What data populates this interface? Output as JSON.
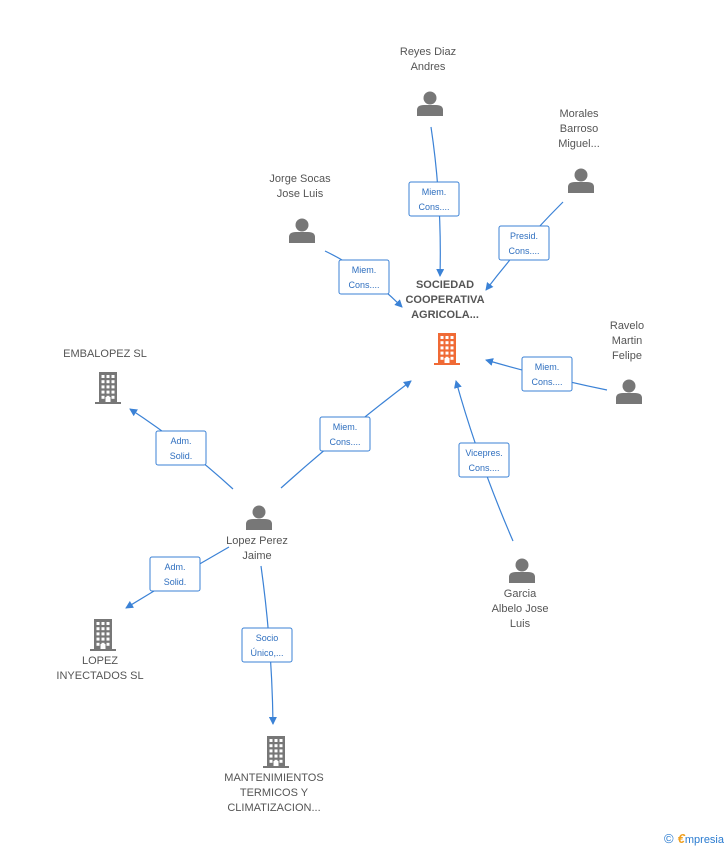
{
  "colors": {
    "edge": "#3b82d6",
    "person": "#777777",
    "company": "#777777",
    "main_company": "#f06a35"
  },
  "nodes": [
    {
      "id": "main",
      "type": "company",
      "main": true,
      "lines": [
        "SOCIEDAD",
        "COOPERATIVA",
        "AGRICOLA..."
      ]
    },
    {
      "id": "reyes",
      "type": "person",
      "lines": [
        "Reyes Diaz",
        "Andres"
      ]
    },
    {
      "id": "morales",
      "type": "person",
      "lines": [
        "Morales",
        "Barroso",
        "Miguel..."
      ]
    },
    {
      "id": "jorge",
      "type": "person",
      "lines": [
        "Jorge Socas",
        "Jose Luis"
      ]
    },
    {
      "id": "ravelo",
      "type": "person",
      "lines": [
        "Ravelo",
        "Martin",
        "Felipe"
      ]
    },
    {
      "id": "garcia",
      "type": "person",
      "lines": [
        "Garcia",
        "Albelo Jose",
        "Luis"
      ]
    },
    {
      "id": "lopez",
      "type": "person",
      "lines": [
        "Lopez Perez",
        "Jaime"
      ]
    },
    {
      "id": "embalopez",
      "type": "company",
      "lines": [
        "EMBALOPEZ  SL"
      ]
    },
    {
      "id": "lopezinyectados",
      "type": "company",
      "lines": [
        "LOPEZ",
        "INYECTADOS  SL"
      ]
    },
    {
      "id": "mantenimientos",
      "type": "company",
      "lines": [
        "MANTENIMIENTOS",
        "TERMICOS Y",
        "CLIMATIZACION..."
      ]
    }
  ],
  "edges": [
    {
      "from": "reyes",
      "to": "main",
      "label": [
        "Miem.",
        "Cons...."
      ]
    },
    {
      "from": "morales",
      "to": "main",
      "label": [
        "Presid.",
        "Cons...."
      ]
    },
    {
      "from": "jorge",
      "to": "main",
      "label": [
        "Miem.",
        "Cons...."
      ]
    },
    {
      "from": "ravelo",
      "to": "main",
      "label": [
        "Miem.",
        "Cons...."
      ]
    },
    {
      "from": "garcia",
      "to": "main",
      "label": [
        "Vicepres.",
        "Cons...."
      ]
    },
    {
      "from": "lopez",
      "to": "main",
      "label": [
        "Miem.",
        "Cons...."
      ]
    },
    {
      "from": "lopez",
      "to": "embalopez",
      "label": [
        "Adm.",
        "Solid."
      ]
    },
    {
      "from": "lopez",
      "to": "lopezinyectados",
      "label": [
        "Adm.",
        "Solid."
      ]
    },
    {
      "from": "lopez",
      "to": "mantenimientos",
      "label": [
        "Socio",
        "Único,..."
      ]
    }
  ],
  "footer": {
    "copyright": "©",
    "brand_initial": "€",
    "brand_rest": "mpresia"
  }
}
